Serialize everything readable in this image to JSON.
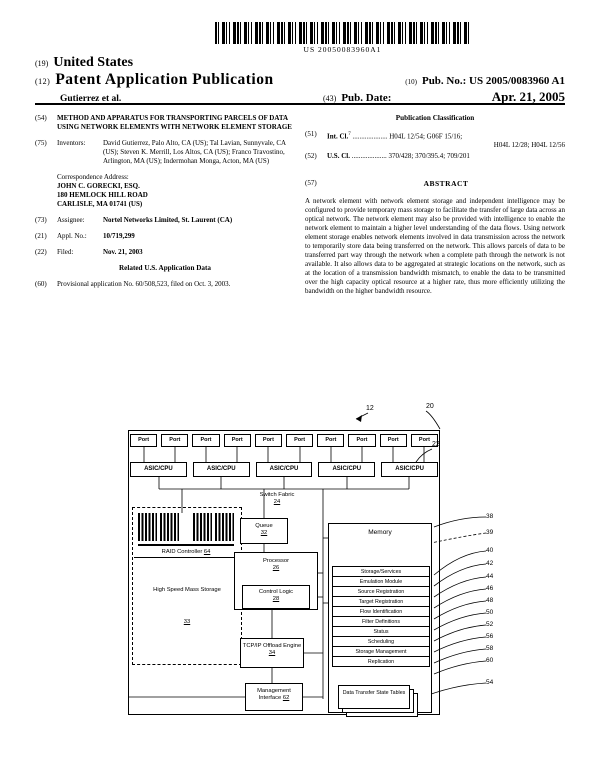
{
  "barcode_text": "US 20050083960A1",
  "header": {
    "num19": "(19)",
    "country": "United States",
    "num12": "(12)",
    "doc_type": "Patent Application Publication",
    "num10": "(10)",
    "pub_no_label": "Pub. No.:",
    "pub_no": "US 2005/0083960 A1",
    "authors": "Gutierrez et al.",
    "num43": "(43)",
    "pub_date_label": "Pub. Date:",
    "pub_date": "Apr. 21, 2005"
  },
  "left": {
    "f54_num": "(54)",
    "title": "METHOD AND APPARATUS FOR TRANSPORTING PARCELS OF DATA USING NETWORK ELEMENTS WITH NETWORK ELEMENT STORAGE",
    "f75_num": "(75)",
    "inventors_label": "Inventors:",
    "inventors": "David Gutierrez, Palo Alto, CA (US); Tal Lavian, Sunnyvale, CA (US); Steven K. Merrill, Los Altos, CA (US); Franco Travostino, Arlington, MA (US); Indermohan Monga, Acton, MA (US)",
    "corr_label": "Correspondence Address:",
    "corr_line1": "JOHN C. GORECKI, ESQ.",
    "corr_line2": "180 HEMLOCK HILL ROAD",
    "corr_line3": "CARLISLE, MA 01741 (US)",
    "f73_num": "(73)",
    "assignee_label": "Assignee:",
    "assignee": "Nortel Networks Limited, St. Laurent (CA)",
    "f21_num": "(21)",
    "appl_label": "Appl. No.:",
    "appl_no": "10/719,299",
    "f22_num": "(22)",
    "filed_label": "Filed:",
    "filed": "Nov. 21, 2003",
    "related_heading": "Related U.S. Application Data",
    "f60_num": "(60)",
    "provisional": "Provisional application No. 60/508,523, filed on Oct. 3, 2003."
  },
  "right": {
    "classification_heading": "Publication Classification",
    "f51_num": "(51)",
    "intcl_label": "Int. Cl.",
    "intcl_sup": "7",
    "intcl_dots": "....................",
    "intcl_line1": "H04L 12/54; G06F 15/16;",
    "intcl_line2": "H04L 12/28; H04L 12/56",
    "f52_num": "(52)",
    "uscl_label": "U.S. Cl.",
    "uscl_dots": "....................",
    "uscl_value": "370/428; 370/395.4; 709/201",
    "f57_num": "(57)",
    "abstract_heading": "ABSTRACT",
    "abstract": "A network element with network element storage and independent intelligence may be configured to provide temporary mass storage to facilitate the transfer of large data across an optical network. The network element may also be provided with intelligence to enable the network element to maintain a higher level understanding of the data flows. Using network element storage enables network elements involved in data transmission across the network to temporarily store data being transferred on the network. This allows parcels of data to be transferred part way through the network when a complete path through the network is not available. It also allows data to be aggregated at strategic locations on the network, such as at the location of a transmission bandwidth mismatch, to enable the data to be transmitted over the high capacity optical resource at a higher rate, thus more efficiently utilizing the bandwidth on the higher bandwidth resource."
  },
  "diagram": {
    "labels": {
      "port": "Port",
      "asic": "ASIC/CPU",
      "switch_fabric": "Switch Fabric",
      "switch_fabric_ref": "24",
      "queue": "Queue",
      "queue_ref": "32",
      "processor": "Processor",
      "processor_ref": "26",
      "control_logic": "Control Logic",
      "control_logic_ref": "28",
      "tcpip": "TCP/IP Offload Engine",
      "tcpip_ref": "34",
      "mgmt": "Management Interface",
      "mgmt_ref": "62",
      "raid": "RAID Controller",
      "raid_ref": "64",
      "hsms": "High Speed Mass Storage",
      "hsms_ref": "33",
      "memory": "Memory",
      "tables": "Data Transfer State Tables"
    },
    "memory_rows": [
      "Storage/Services",
      "Emulation Module",
      "Source Registration",
      "Target Registration",
      "Flow Identification",
      "Filter Definitions",
      "Status",
      "Scheduling",
      "Storage Management",
      "Replication"
    ],
    "side_refs": [
      "38",
      "39",
      "40",
      "42",
      "44",
      "46",
      "48",
      "50",
      "52",
      "56",
      "58",
      "60",
      "54"
    ],
    "top_refs": [
      "12",
      "20",
      "22"
    ]
  }
}
